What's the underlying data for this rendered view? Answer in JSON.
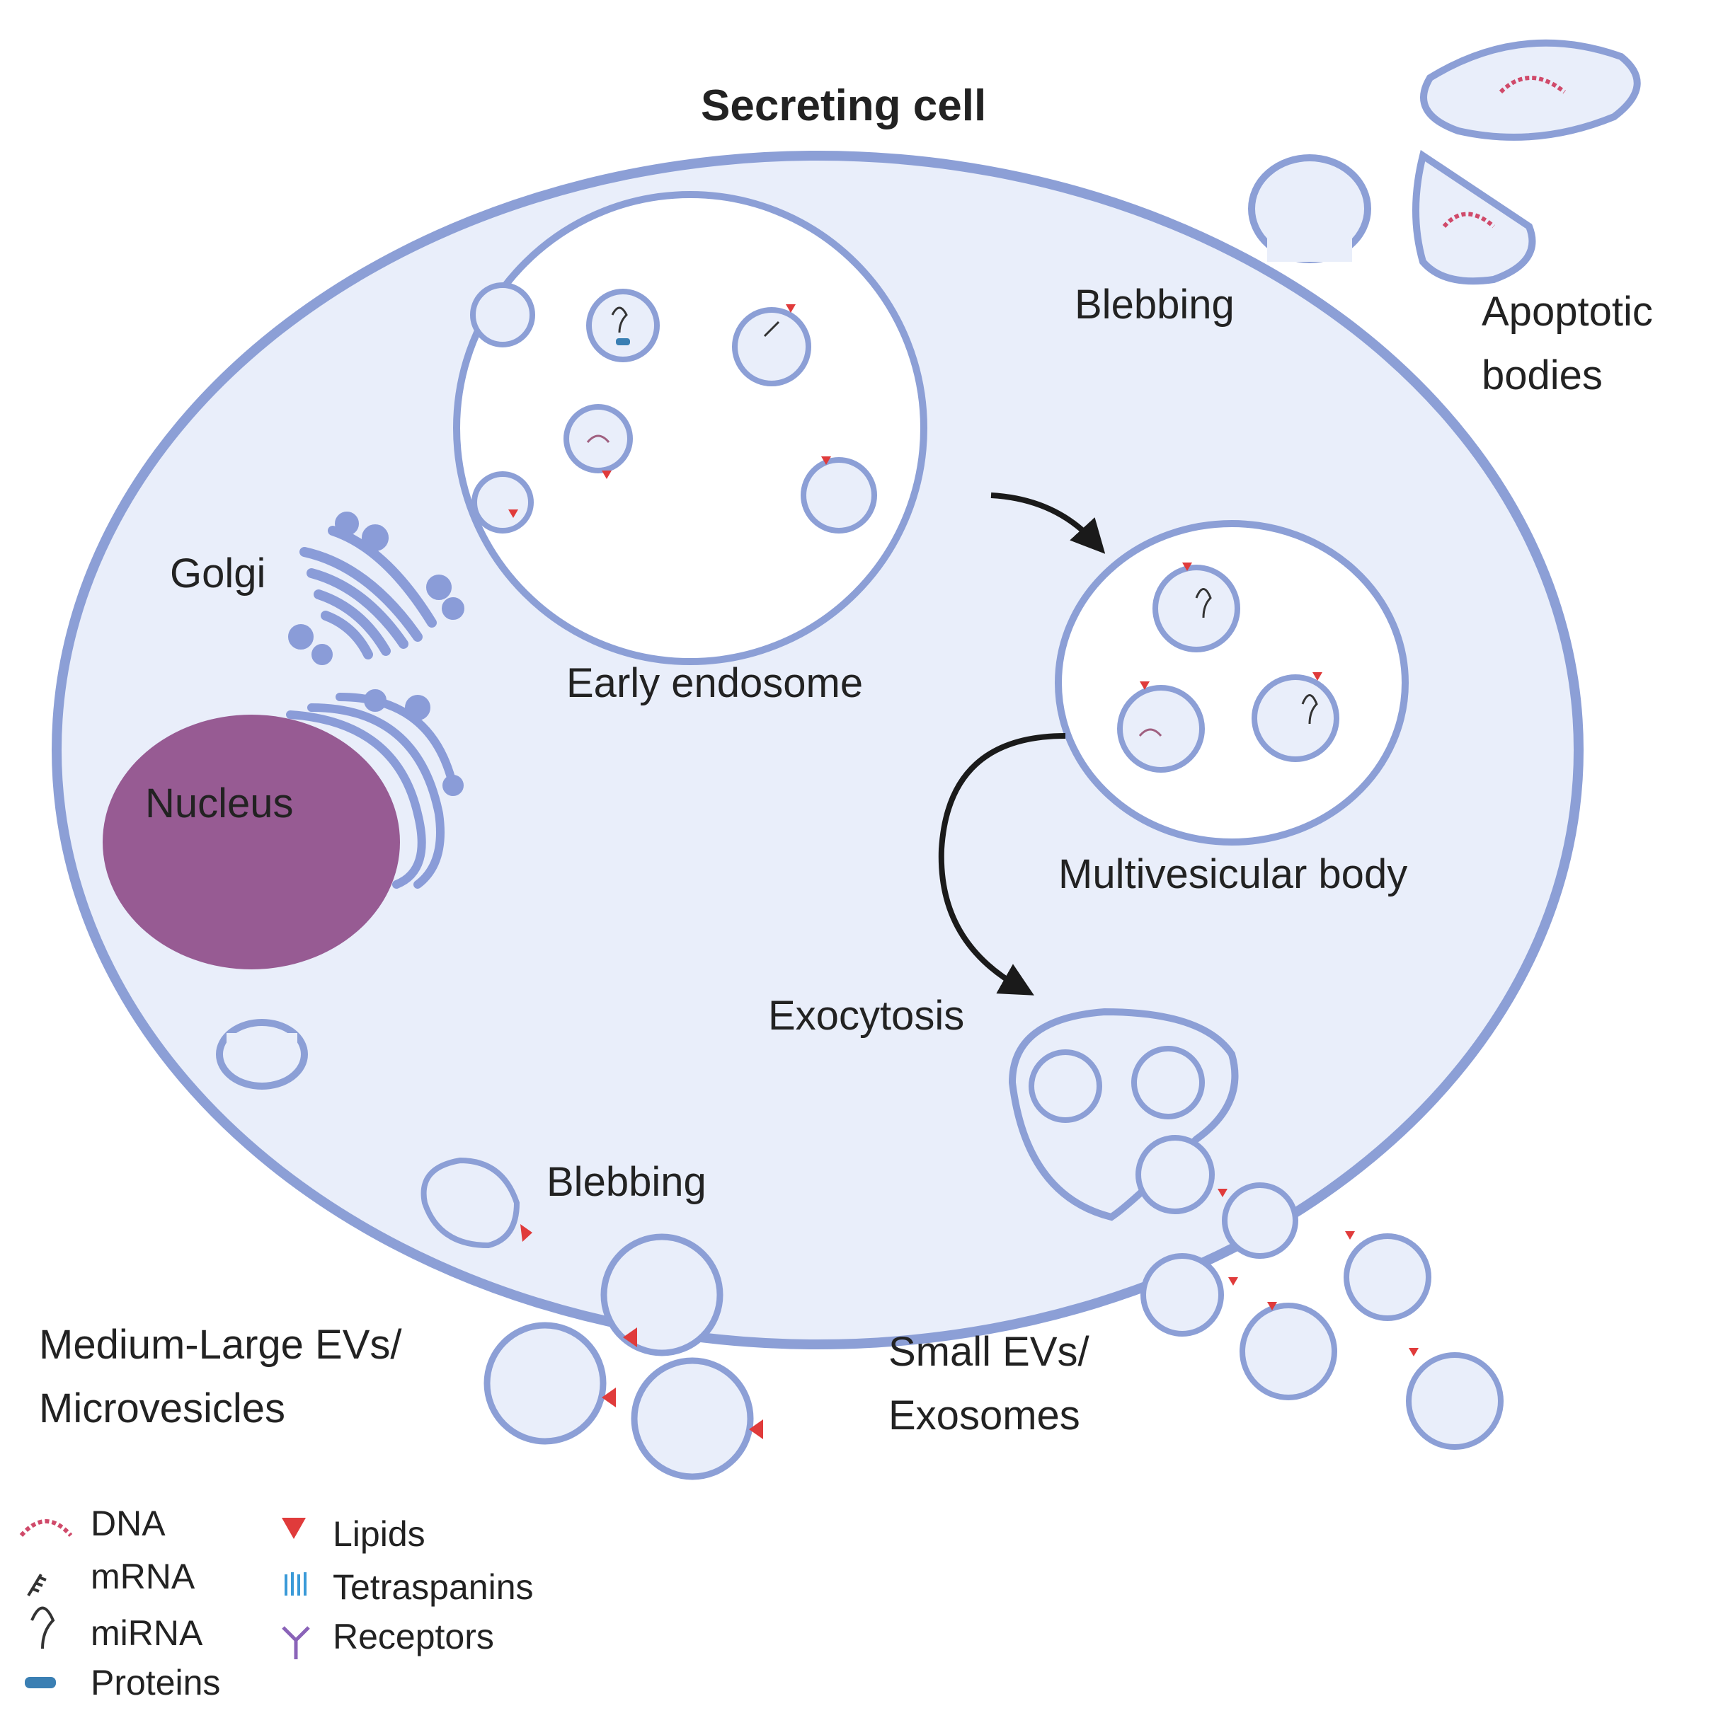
{
  "title": "Secreting cell",
  "labels": {
    "golgi": "Golgi",
    "nucleus": "Nucleus",
    "early_endosome": "Early endosome",
    "multivesicular_body": "Multivesicular body",
    "exocytosis": "Exocytosis",
    "blebbing_top": "Blebbing",
    "blebbing_bottom": "Blebbing",
    "apoptotic_line1": "Apoptotic",
    "apoptotic_line2": "bodies",
    "medium_large_line1": "Medium-Large EVs/",
    "medium_large_line2": "Microvesicles",
    "small_evs_line1": "Small EVs/",
    "small_evs_line2": "Exosomes"
  },
  "legend": [
    {
      "icon": "dna-icon",
      "label": "DNA"
    },
    {
      "icon": "mrna-icon",
      "label": "mRNA"
    },
    {
      "icon": "mirna-icon",
      "label": "miRNA"
    },
    {
      "icon": "protein-icon",
      "label": "Proteins"
    },
    {
      "icon": "lipid-icon",
      "label": "Lipids"
    },
    {
      "icon": "tetraspanin-icon",
      "label": "Tetraspanins"
    },
    {
      "icon": "receptor-icon",
      "label": "Receptors"
    }
  ],
  "colors": {
    "cell_fill": "#e9eefa",
    "membrane": "#8c9fd6",
    "nucleus": "#975b93",
    "golgi": "#8a9cd8",
    "lipid": "#e03b3b",
    "protein": "#3a7fb3",
    "receptor": "#8a63b8",
    "arrow": "#1a1a1a"
  }
}
